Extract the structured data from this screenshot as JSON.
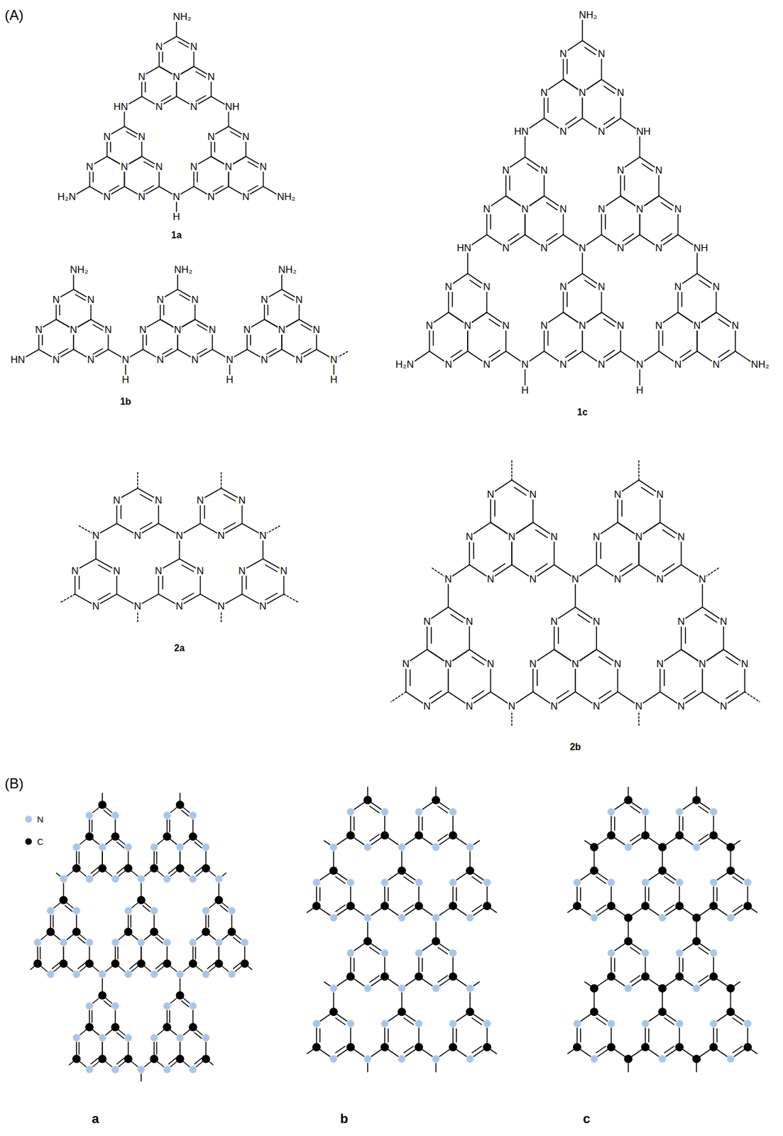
{
  "diagram": {
    "labels": [
      "(A)",
      "N",
      "N",
      "N",
      "N",
      "N",
      "N",
      "N",
      "NH₂",
      "HN",
      "NH",
      "N",
      "N",
      "N",
      "N",
      "N",
      "N",
      "N",
      "H₂N",
      "N",
      "N",
      "N",
      "N",
      "N",
      "N",
      "N",
      "NH₂",
      "N",
      "H",
      "1a",
      "HN",
      "N",
      "N",
      "N",
      "N",
      "N",
      "N",
      "N",
      "NH₂",
      "N",
      "H",
      "N",
      "N",
      "N",
      "N",
      "N",
      "N",
      "N",
      "NH₂",
      "N",
      "H",
      "N",
      "N",
      "N",
      "N",
      "N",
      "N",
      "N",
      "NH₂",
      "N",
      "H",
      "1b",
      "N",
      "N",
      "N",
      "N",
      "N",
      "N",
      "N",
      "NH₂",
      "HN",
      "NH",
      "N",
      "N",
      "N",
      "N",
      "N",
      "N",
      "N",
      "N",
      "N",
      "N",
      "N",
      "N",
      "N",
      "N",
      "N",
      "HN",
      "NH",
      "N",
      "N",
      "N",
      "N",
      "N",
      "N",
      "N",
      "H₂N",
      "N",
      "N",
      "N",
      "N",
      "N",
      "N",
      "N",
      "N",
      "N",
      "N",
      "N",
      "N",
      "N",
      "N",
      "NH₂",
      "N",
      "H",
      "N",
      "H",
      "1c",
      "N",
      "N",
      "N",
      "N",
      "N",
      "N",
      "N",
      "N",
      "N",
      "N",
      "N",
      "N",
      "N",
      "N",
      "N",
      "N",
      "N",
      "N",
      "N",
      "N",
      "2a",
      "N",
      "N",
      "N",
      "N",
      "N",
      "N",
      "N",
      "N",
      "N",
      "N",
      "N",
      "N",
      "N",
      "N",
      "N",
      "N",
      "N",
      "N",
      "N",
      "N",
      "N",
      "N",
      "N",
      "N",
      "N",
      "N",
      "N",
      "N",
      "N",
      "N",
      "N",
      "N",
      "N",
      "N",
      "N",
      "N",
      "N",
      "N",
      "N",
      "N",
      "2b",
      "(B)",
      "a",
      "b",
      "c"
    ],
    "legend": [
      {
        "text": "N",
        "color": "#a9c6e6"
      },
      {
        "text": "C",
        "color": "#000000"
      }
    ]
  }
}
